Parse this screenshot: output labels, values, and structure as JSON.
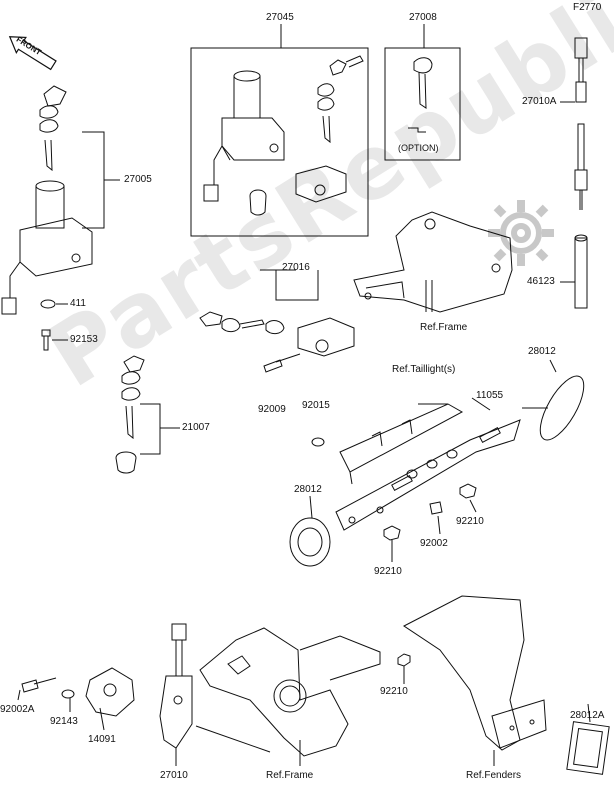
{
  "figure_code": "F2770",
  "watermark": "PartsRepublik",
  "front_badge": "FRONT",
  "option_note": "(OPTION)",
  "parts": {
    "p27045": "27045",
    "p27008": "27008",
    "p27010A": "27010A",
    "p27005": "27005",
    "p46123": "46123",
    "p27016": "27016",
    "p411": "411",
    "p92153": "92153",
    "p28012_a": "28012",
    "p11055": "11055",
    "p92009": "92009",
    "p92015": "92015",
    "p21007": "21007",
    "p28012_b": "28012",
    "p92210_a": "92210",
    "p92002": "92002",
    "p92210_b": "92210",
    "p92002A": "92002A",
    "p92143": "92143",
    "p14091": "14091",
    "p27010": "27010",
    "p92210_c": "92210",
    "p28012A": "28012A"
  },
  "refs": {
    "frame_top": "Ref.Frame",
    "taillight": "Ref.Taillight(s)",
    "frame_bottom": "Ref.Frame",
    "fenders": "Ref.Fenders"
  },
  "colors": {
    "line": "#111111",
    "watermark": "#969696",
    "gear": "#c8c8c8"
  }
}
